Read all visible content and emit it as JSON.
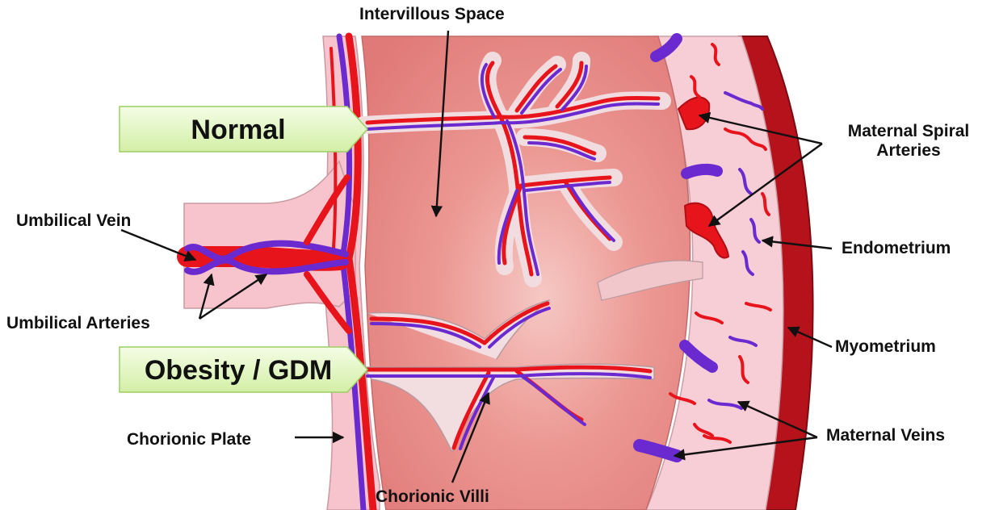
{
  "banners": {
    "normal": "Normal",
    "obesity_gdm": "Obesity / GDM"
  },
  "labels": {
    "intervillous_space": "Intervillous Space",
    "umbilical_vein": "Umbilical Vein",
    "umbilical_arteries": "Umbilical Arteries",
    "chorionic_plate": "Chorionic Plate",
    "chorionic_villi": "Chorionic Villi",
    "maternal_spiral_arteries_line1": "Maternal Spiral",
    "maternal_spiral_arteries_line2": "Arteries",
    "endometrium": "Endometrium",
    "myometrium": "Myometrium",
    "maternal_veins": "Maternal Veins"
  },
  "colors": {
    "arterial_red": "#e8141c",
    "venous_purple": "#6a2ad0",
    "tissue_pink": "#f7c9d0",
    "intervillous_salmon": "#ec8a8a",
    "myometrium_dark_red": "#b5121b",
    "banner_green": "#e4f7c4"
  }
}
